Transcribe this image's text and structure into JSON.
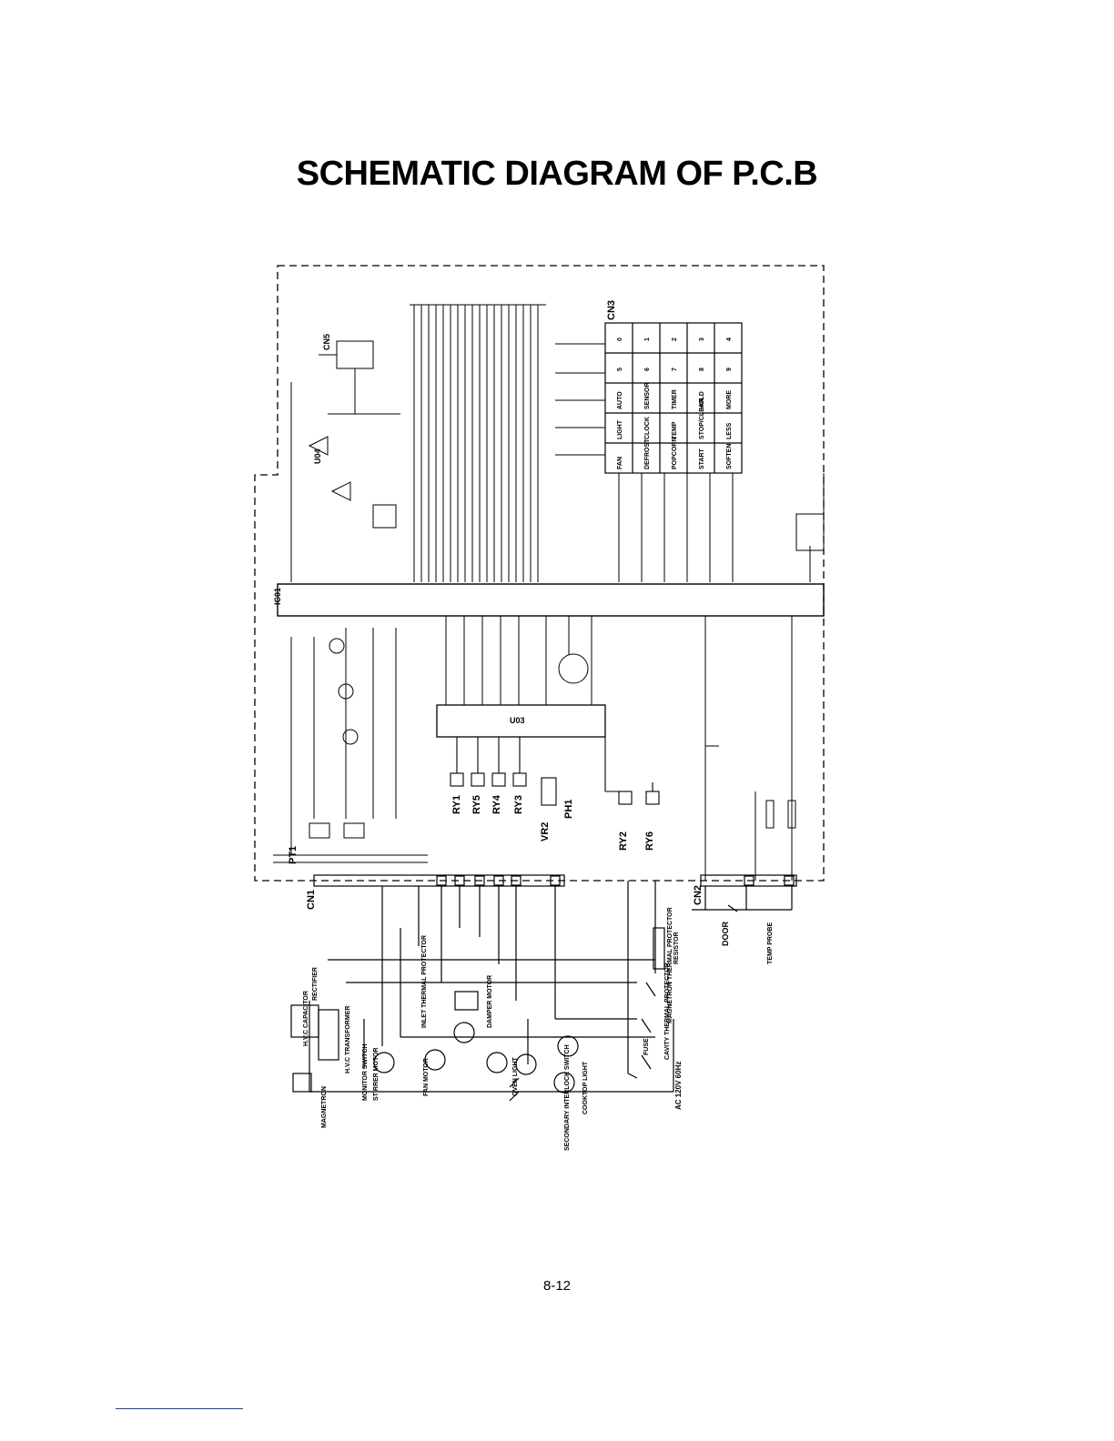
{
  "page": {
    "title": "SCHEMATIC DIAGRAM OF P.C.B",
    "page_number": "8-12"
  },
  "labels": {
    "ic_main": "IC01",
    "ic_u03": "U03",
    "ic_u04": "U04",
    "cn1": "CN1",
    "cn2": "CN2",
    "cn3": "CN3",
    "cn5": "CN5",
    "pt1": "PT1",
    "ph1": "PH1",
    "vr2": "VR2",
    "ry1": "RY1",
    "ry5": "RY5",
    "ry4": "RY4",
    "ry3": "RY3",
    "ry2": "RY2",
    "ry6": "RY6",
    "door": "DOOR",
    "temp_probe": "TEMP PROBE",
    "magnetron": "MAGNETRON",
    "rectifier": "RECTIFIER",
    "hv_capacitor": "H.V.C CAPACITOR",
    "hv_transformer": "H.V.C TRANSFORMER",
    "monitor_switch": "MONITOR SWITCH",
    "stirrer_motor": "STIRRER MOTOR",
    "fan_motor": "FAN MOTOR",
    "oven_light": "OVEN LIGHT",
    "cooktop_light": "COOKTOP LIGHT",
    "secondary_interlock": "SECONDARY INTERLOCK SWITCH",
    "damper_motor": "DAMPER MOTOR",
    "vent_thermal": "INLET THERMAL PROTECTOR",
    "cavity_thermal": "CAVITY THERMAL PROTECTOR",
    "magnetron_thermal": "MAGNETRON THERMAL PROTECTOR",
    "resistor": "RESISTOR",
    "ac_input": "AC 120V 60Hz",
    "fuse": "FUSE"
  },
  "keypad": {
    "rows": [
      [
        "0",
        "1",
        "2",
        "3",
        "4"
      ],
      [
        "5",
        "6",
        "7",
        "8",
        "9"
      ],
      [
        "AUTO",
        "SENSOR",
        "TIMER",
        "HOLD",
        "MORE"
      ],
      [
        "LIGHT",
        "CLOCK",
        "TEMP",
        "STOP/CLEAR",
        "LESS"
      ],
      [
        "FAN",
        "DEFROST",
        "POPCORN",
        "START",
        "SOFTEN"
      ]
    ]
  }
}
